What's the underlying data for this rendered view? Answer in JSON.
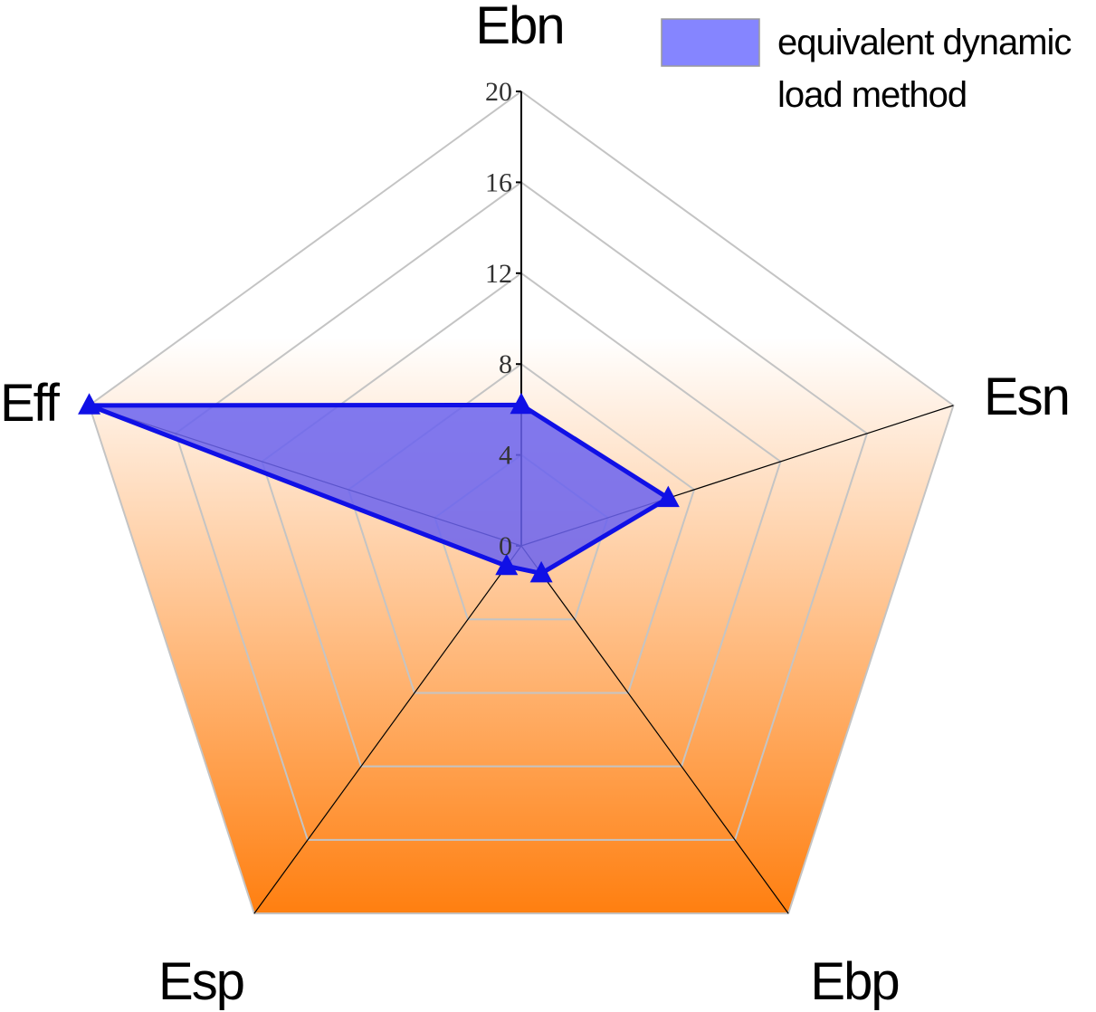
{
  "chart_data": {
    "type": "radar",
    "axes": [
      "Ebn",
      "Esn",
      "Ebp",
      "Esp",
      "Eff"
    ],
    "rlim": [
      0,
      20
    ],
    "ticks": [
      0,
      4,
      8,
      12,
      16,
      20
    ],
    "tick_labels": [
      "0",
      "4",
      "8",
      "12",
      "16",
      "20"
    ],
    "grid": true,
    "legend_position": "top-right",
    "series": [
      {
        "name": "equivalent dynamic load method",
        "legend_lines": [
          "equivalent dynamic",
          "load method"
        ],
        "values": [
          6.2,
          6.8,
          1.5,
          1.1,
          20.0
        ],
        "marker": "triangle",
        "line_color": "#1010e6",
        "fill_color": "#6b63f0"
      }
    ],
    "colors": {
      "background_top": "#ffffff",
      "background_bottom": "#ff7f10",
      "grid": "#c4c4c4",
      "axis": "#000000",
      "legend_swatch": "#8585ff"
    }
  }
}
